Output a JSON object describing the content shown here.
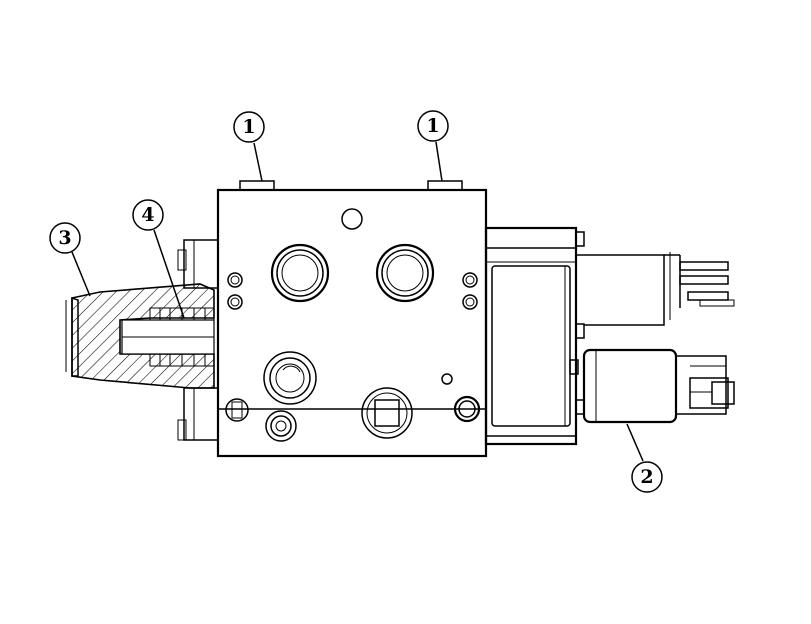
{
  "callouts": [
    {
      "id": "callout-1a",
      "label": "1"
    },
    {
      "id": "callout-1b",
      "label": "1"
    },
    {
      "id": "callout-2",
      "label": "2"
    },
    {
      "id": "callout-3",
      "label": "3"
    },
    {
      "id": "callout-4",
      "label": "4"
    }
  ]
}
